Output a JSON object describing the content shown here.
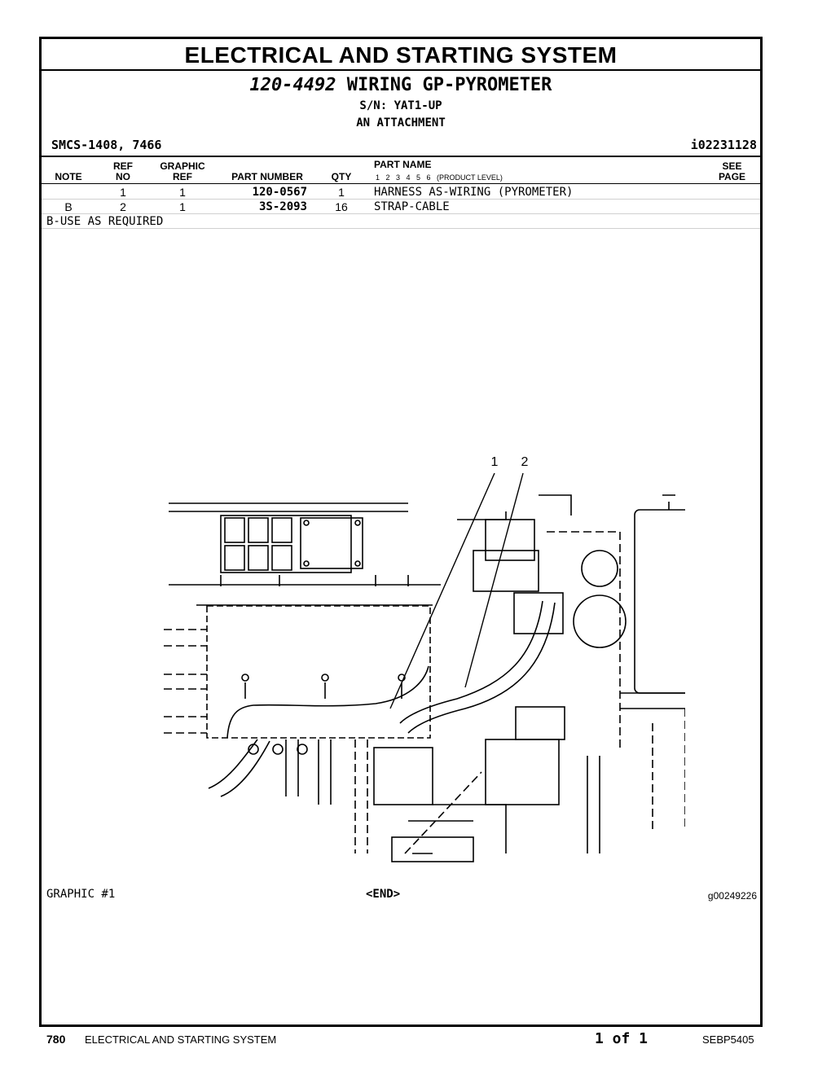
{
  "section_title": "ELECTRICAL AND STARTING SYSTEM",
  "group": {
    "number": "120-4492",
    "name": "WIRING GP-PYROMETER",
    "serial": "S/N: YAT1-UP",
    "note": "AN ATTACHMENT"
  },
  "smcs": "SMCS-1408, 7466",
  "illustration_id": "i02231128",
  "table": {
    "headers": {
      "note": "NOTE",
      "ref_no_1": "REF",
      "ref_no_2": "NO",
      "graphic_ref_1": "GRAPHIC",
      "graphic_ref_2": "REF",
      "part_number": "PART NUMBER",
      "qty": "QTY",
      "part_name": "PART NAME",
      "levels": "1   2   3   4   5   6   (PRODUCT LEVEL)",
      "see_page_1": "SEE",
      "see_page_2": "PAGE"
    },
    "rows": [
      {
        "note": "",
        "ref_no": "1",
        "graphic_ref": "1",
        "part_number": "120-0567",
        "qty": "1",
        "part_name": "HARNESS AS-WIRING (PYROMETER)",
        "see_page": ""
      },
      {
        "note": "B",
        "ref_no": "2",
        "graphic_ref": "1",
        "part_number": "3S-2093",
        "qty": "16",
        "part_name": "STRAP-CABLE",
        "see_page": ""
      }
    ],
    "footnote": "B-USE AS REQUIRED"
  },
  "graphic": {
    "callouts": [
      "1",
      "2"
    ],
    "label": "GRAPHIC #1",
    "end": "<END>",
    "id": "g00249226"
  },
  "footer": {
    "page_number": "780",
    "section": "ELECTRICAL AND STARTING SYSTEM",
    "page_of": "1 of 1",
    "doc_id": "SEBP5405"
  }
}
